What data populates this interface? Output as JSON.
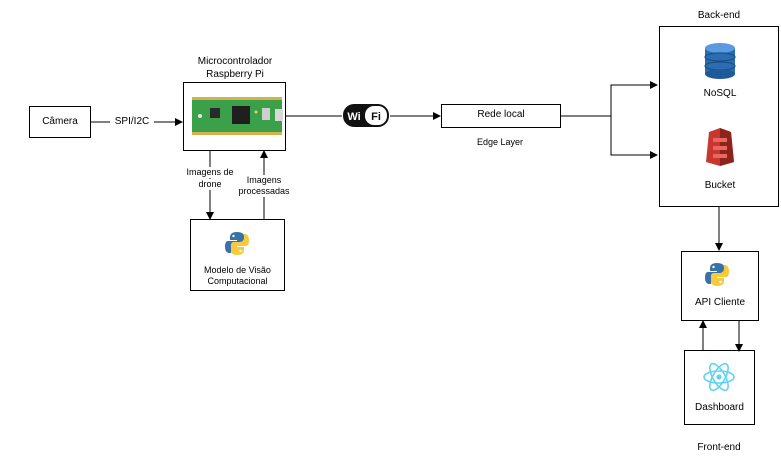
{
  "camera": {
    "label": "Câmera"
  },
  "link_camera_mcu": {
    "label": "SPI/I2C"
  },
  "microcontroller": {
    "title_line1": "Microcontrolador",
    "title_line2": "Raspberry Pi"
  },
  "link_to_model": {
    "line1": "Imagens de",
    "line2": "drone"
  },
  "link_from_model": {
    "line1": "Imagens",
    "line2": "processadas"
  },
  "vision_model": {
    "line1": "Modelo de Visão",
    "line2": "Computacional",
    "icon": "python-icon"
  },
  "wifi": {
    "label": "WiFi",
    "icon": "wifi-logo"
  },
  "local_network": {
    "label": "Rede local"
  },
  "edge_layer": {
    "label": "Edge Layer"
  },
  "backend": {
    "title": "Back-end",
    "nosql": {
      "label": "NoSQL",
      "icon": "database-icon"
    },
    "bucket": {
      "label": "Bucket",
      "icon": "storage-bucket-icon"
    }
  },
  "api_client": {
    "label": "API Cliente",
    "icon": "python-icon"
  },
  "dashboard": {
    "label": "Dashboard",
    "icon": "react-icon"
  },
  "frontend": {
    "title": "Front-end"
  },
  "colors": {
    "python_blue": "#3a72a8",
    "python_yellow": "#f7ca3e",
    "db_blue": "#2c6db2",
    "bucket_red": "#c7372f",
    "react_cyan": "#5fd3f3",
    "board_green": "#3aa04a"
  }
}
